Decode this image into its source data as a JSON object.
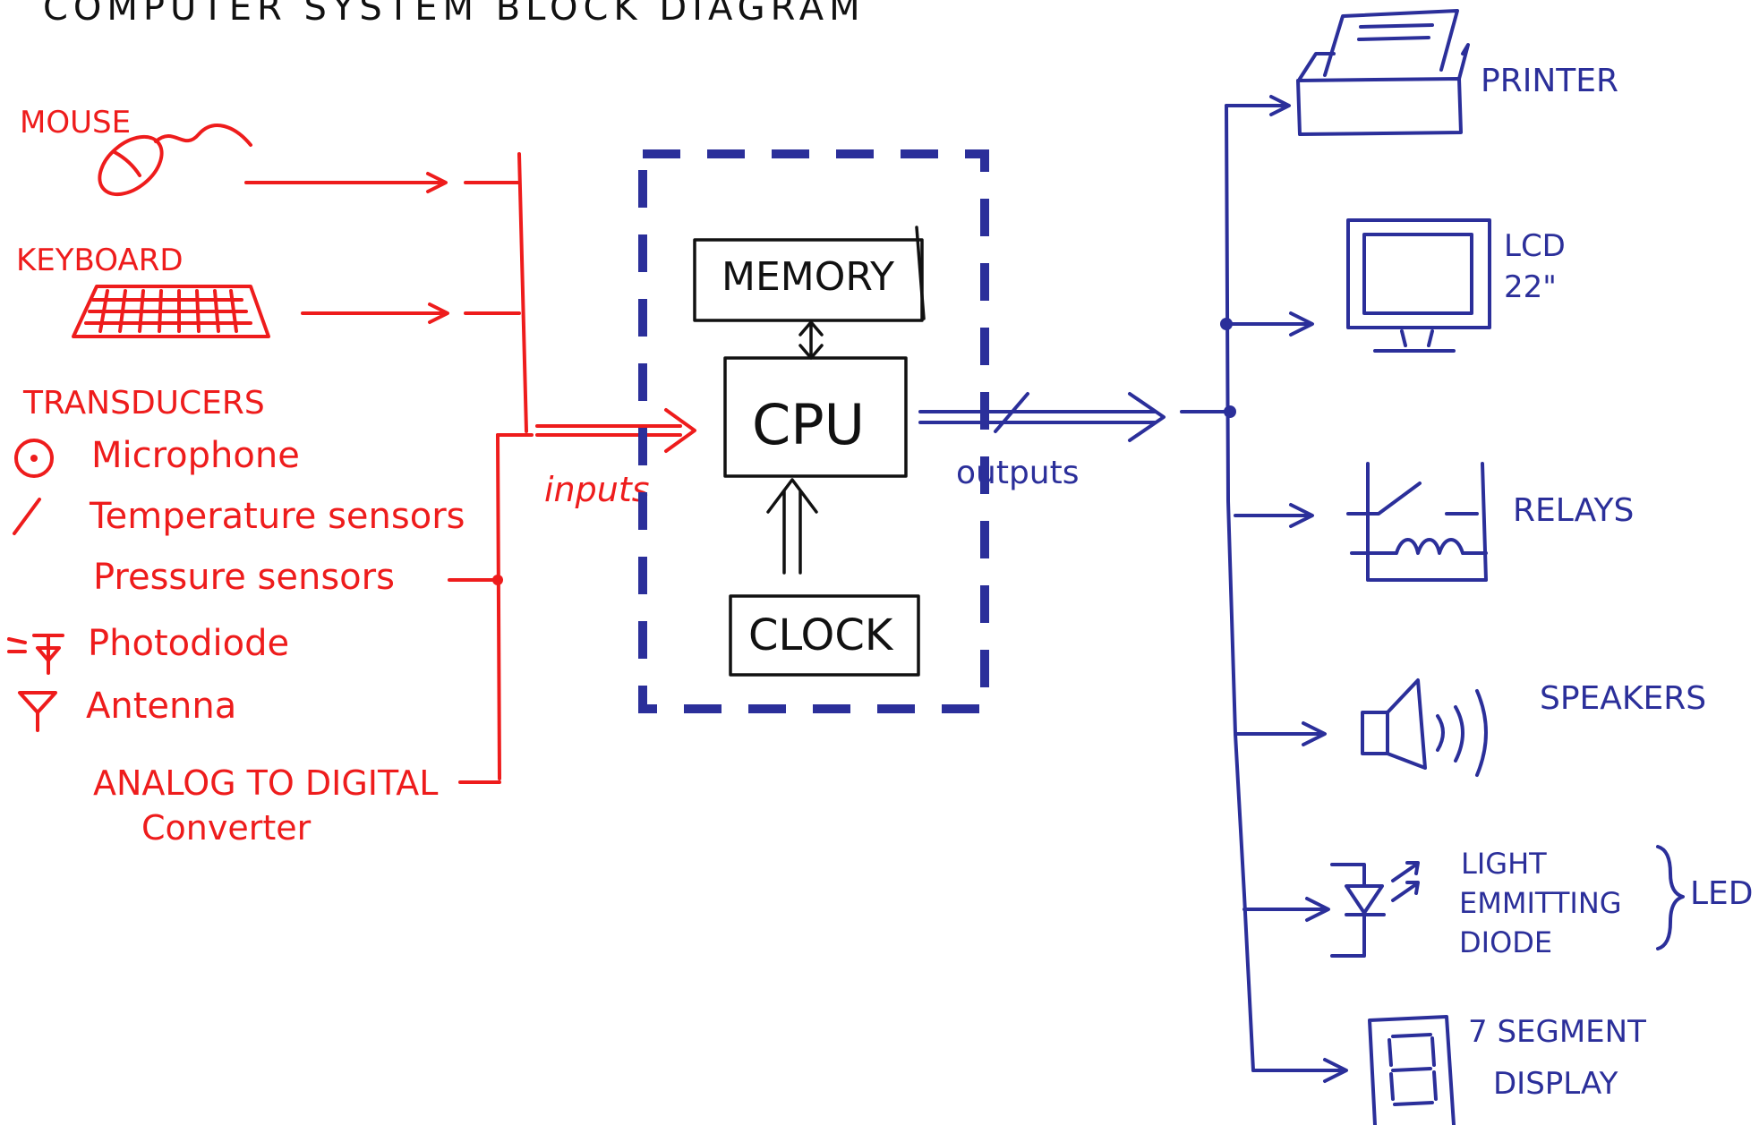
{
  "title": "COMPUTER SYSTEM BLOCK DIAGRAM",
  "colors": {
    "input": "#ee1c1c",
    "output": "#2b2f9a",
    "core": "#111111"
  },
  "inputs": {
    "mouse": "MOUSE",
    "keyboard": "KEYBOARD",
    "transducers_heading": "TRANSDUCERS",
    "transducers": [
      "Microphone",
      "Temperature sensors",
      "Pressure sensors",
      "Photodiode",
      "Antenna"
    ],
    "adc_line1": "ANALOG TO DIGITAL",
    "adc_line2": "Converter",
    "bus_label": "inputs"
  },
  "core": {
    "memory": "MEMORY",
    "cpu": "CPU",
    "clock": "CLOCK"
  },
  "outputs": {
    "bus_label": "outputs",
    "printer": "PRINTER",
    "lcd_line1": "LCD",
    "lcd_line2": "22\"",
    "relays": "RELAYS",
    "speakers": "SPEAKERS",
    "led_line1": "LIGHT",
    "led_line2": "EMMITTING",
    "led_line3": "DIODE",
    "led_short": "LED",
    "seg_line1": "7 SEGMENT",
    "seg_line2": "DISPLAY"
  }
}
